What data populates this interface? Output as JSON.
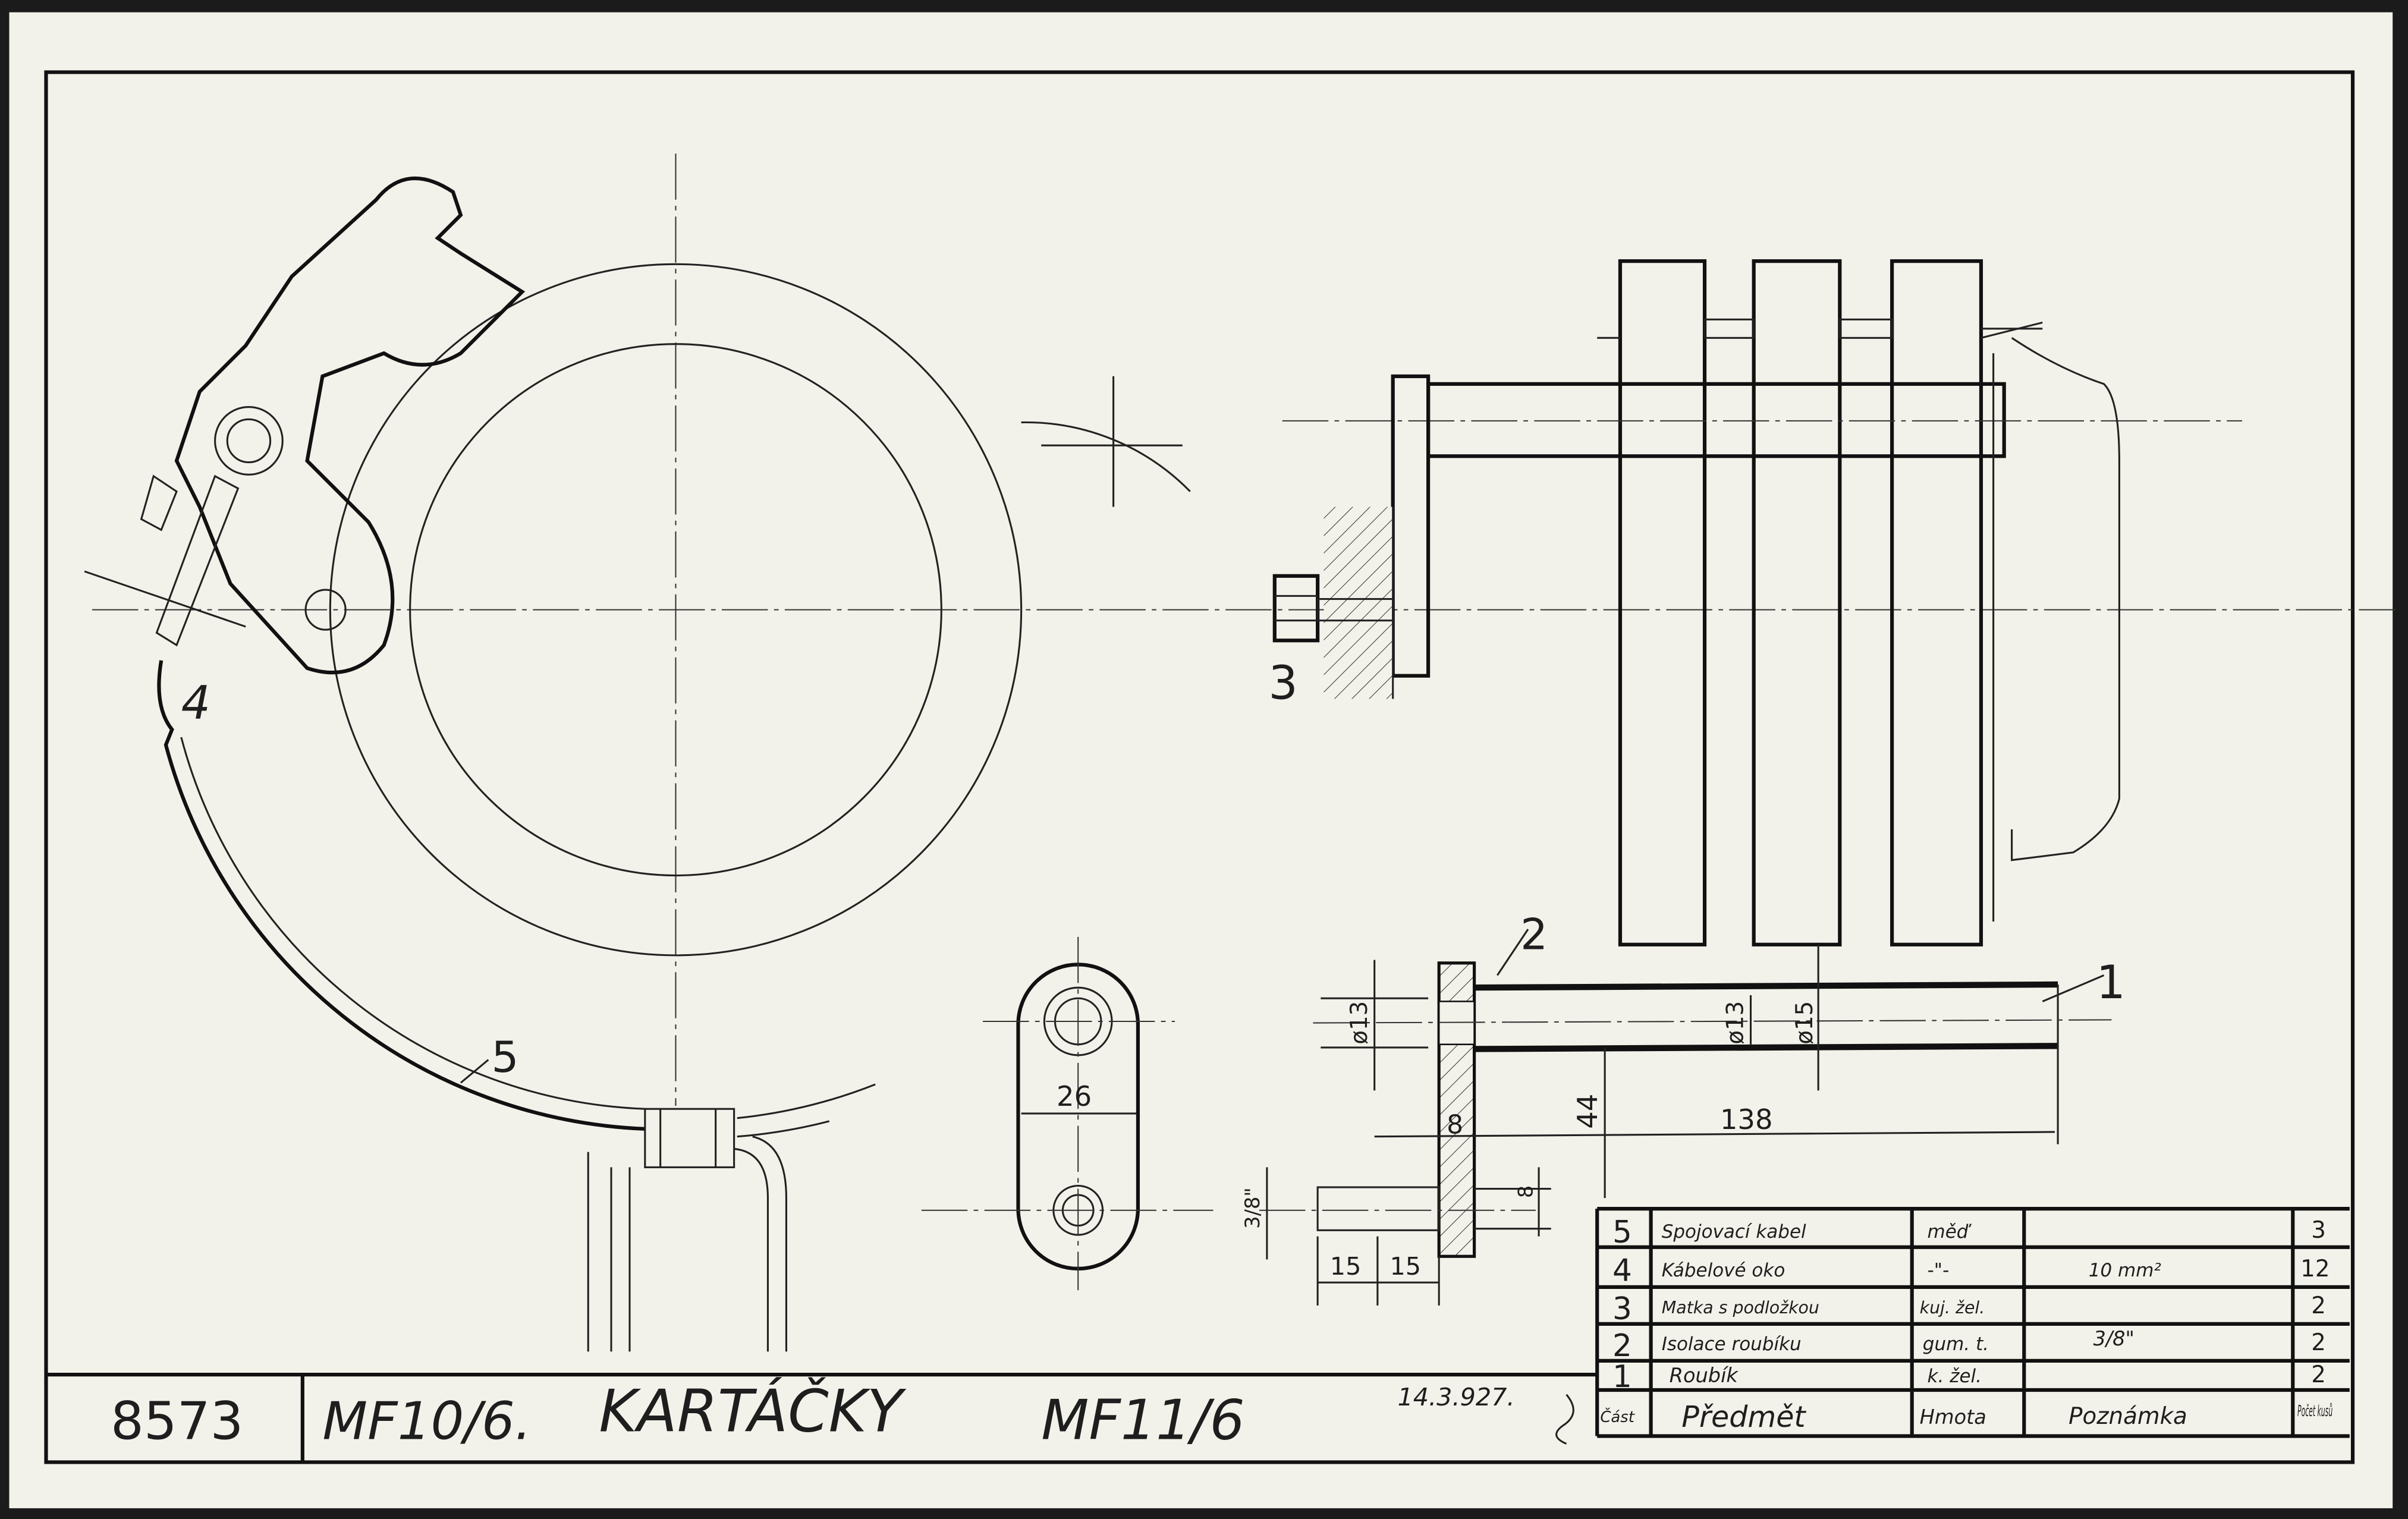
{
  "title_block": {
    "drawing_number": "8573",
    "ref_left": "MF10/6.",
    "title": "KARTÁČKY",
    "ref_right": "MF11/6",
    "date": "14.3.927."
  },
  "parts_list": {
    "headers": [
      "Část",
      "Předmět",
      "Hmota",
      "Poznámka",
      "Počet kusů"
    ],
    "rows": [
      {
        "part": "5",
        "item": "Spojovací kabel",
        "material": "měď",
        "note": "",
        "qty": "3"
      },
      {
        "part": "4",
        "item": "Kábelové oko",
        "material": "-\"-",
        "note": "10 mm²",
        "qty": "12"
      },
      {
        "part": "3",
        "item": "Matka s podložkou",
        "material": "kuj. žel.",
        "note": "",
        "qty": "2"
      },
      {
        "part": "2",
        "item": "Isolace roubíku",
        "material": "gum. t.",
        "note": "3/8\"",
        "qty": "2"
      },
      {
        "part": "1",
        "item": "Roubík",
        "material": "k. žel.",
        "note": "",
        "qty": "2"
      }
    ]
  },
  "part_labels": {
    "p1": "1",
    "p2": "2",
    "p3": "3",
    "p4": "4",
    "p5": "5"
  },
  "dimensions": {
    "flange_bore": "ø13",
    "rod_inner": "ø13",
    "rod_outer": "ø15",
    "offset": "44",
    "rod_length": "138",
    "flange_thickness": "8",
    "small_dia": "8",
    "thread": "3/8\"",
    "seg1": "15",
    "seg2": "15",
    "link_width": "26"
  }
}
